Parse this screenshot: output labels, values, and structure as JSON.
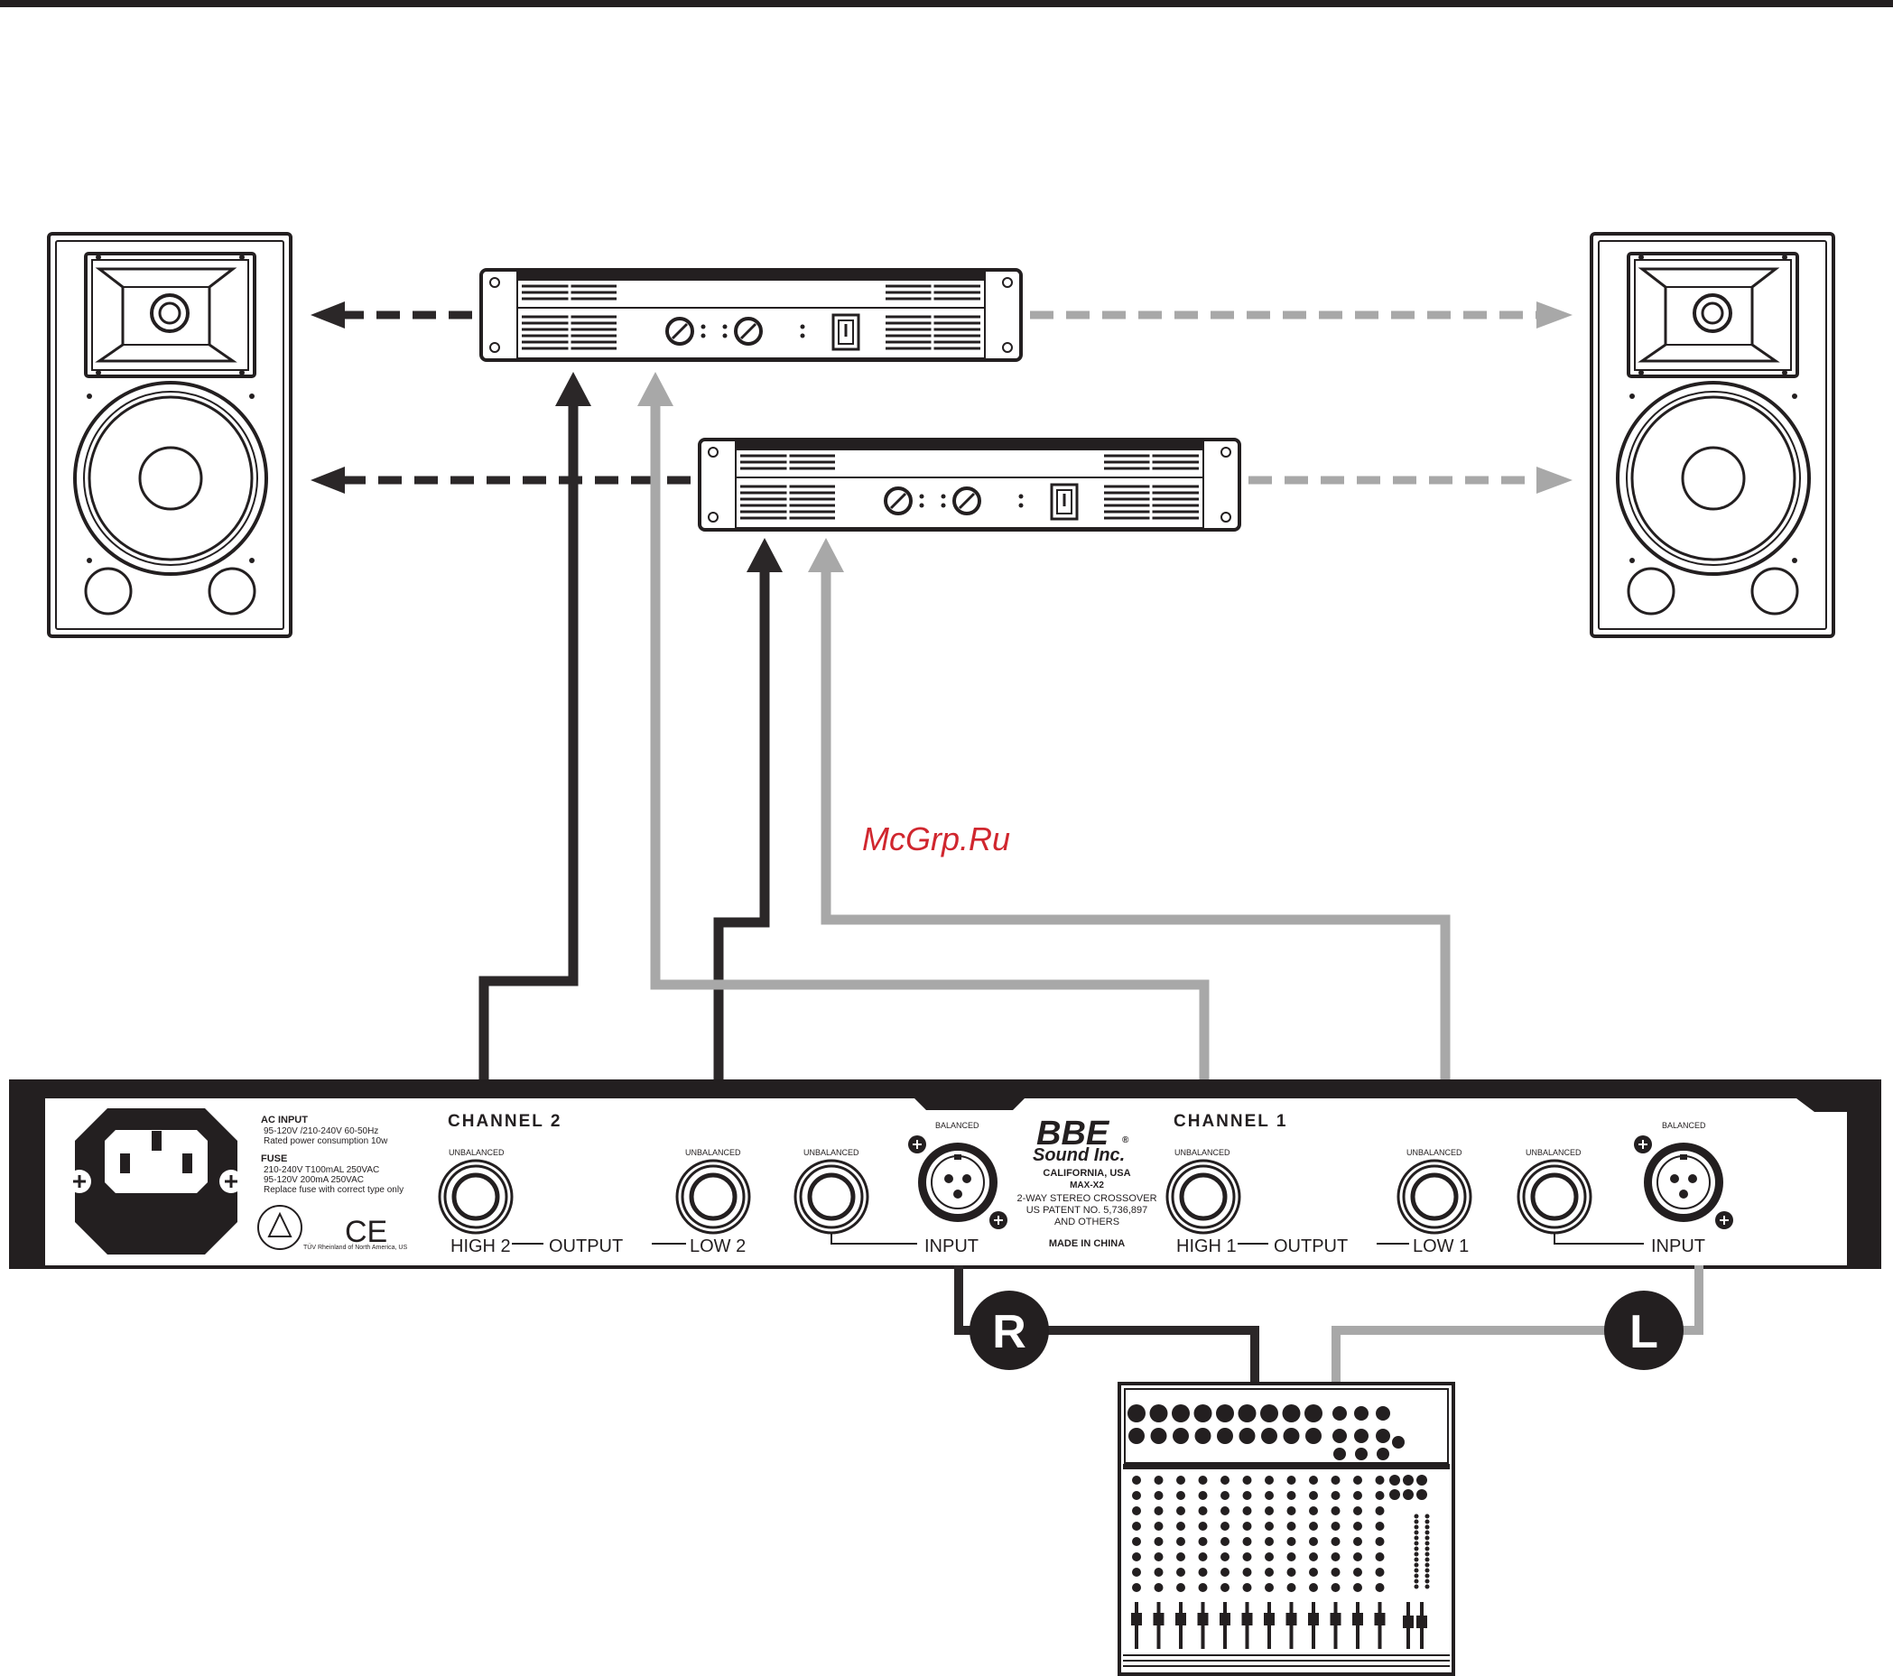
{
  "watermark": "McGrp.Ru",
  "colors": {
    "ink": "#231f20",
    "dark_cable": "#2b2728",
    "light_cable": "#a8a8a8",
    "panel": "#ffffff",
    "watermark": "#d0262e"
  },
  "crossover": {
    "ac_input_title": "AC INPUT",
    "ac_input_line1": "95-120V /210-240V 60-50Hz",
    "ac_input_line2": "Rated power consumption 10w",
    "fuse_title": "FUSE",
    "fuse_line1": "210-240V T100mAL 250VAC",
    "fuse_line2": "95-120V 200mA 250VAC",
    "fuse_line3": "Replace fuse with correct type only",
    "tuv_text": "TÜV Rheinland of North America, US",
    "ce_mark": "CE",
    "channel2_title": "CHANNEL 2",
    "channel1_title": "CHANNEL 1",
    "unbalanced": "UNBALANCED",
    "balanced": "BALANCED",
    "high2": "HIGH 2",
    "low2": "LOW 2",
    "high1": "HIGH 1",
    "low1": "LOW 1",
    "output": "OUTPUT",
    "input": "INPUT",
    "brand_line1": "BBE",
    "brand_line2": "Sound Inc.",
    "brand_reg": "®",
    "brand_loc": "CALIFORNIA, USA",
    "model": "MAX-X2",
    "model_desc": "2-WAY STEREO CROSSOVER",
    "patent": "US PATENT NO. 5,736,897",
    "patent2": "AND OTHERS",
    "made_in": "MADE IN CHINA"
  },
  "mixer_labels": {
    "right": "R",
    "left": "L"
  },
  "icons": [
    "speaker-left-icon",
    "speaker-right-icon",
    "amplifier-top-icon",
    "amplifier-bottom-icon",
    "mixer-icon",
    "iec-power-socket-icon",
    "xlr-jack-icon",
    "quarter-inch-jack-icon"
  ]
}
